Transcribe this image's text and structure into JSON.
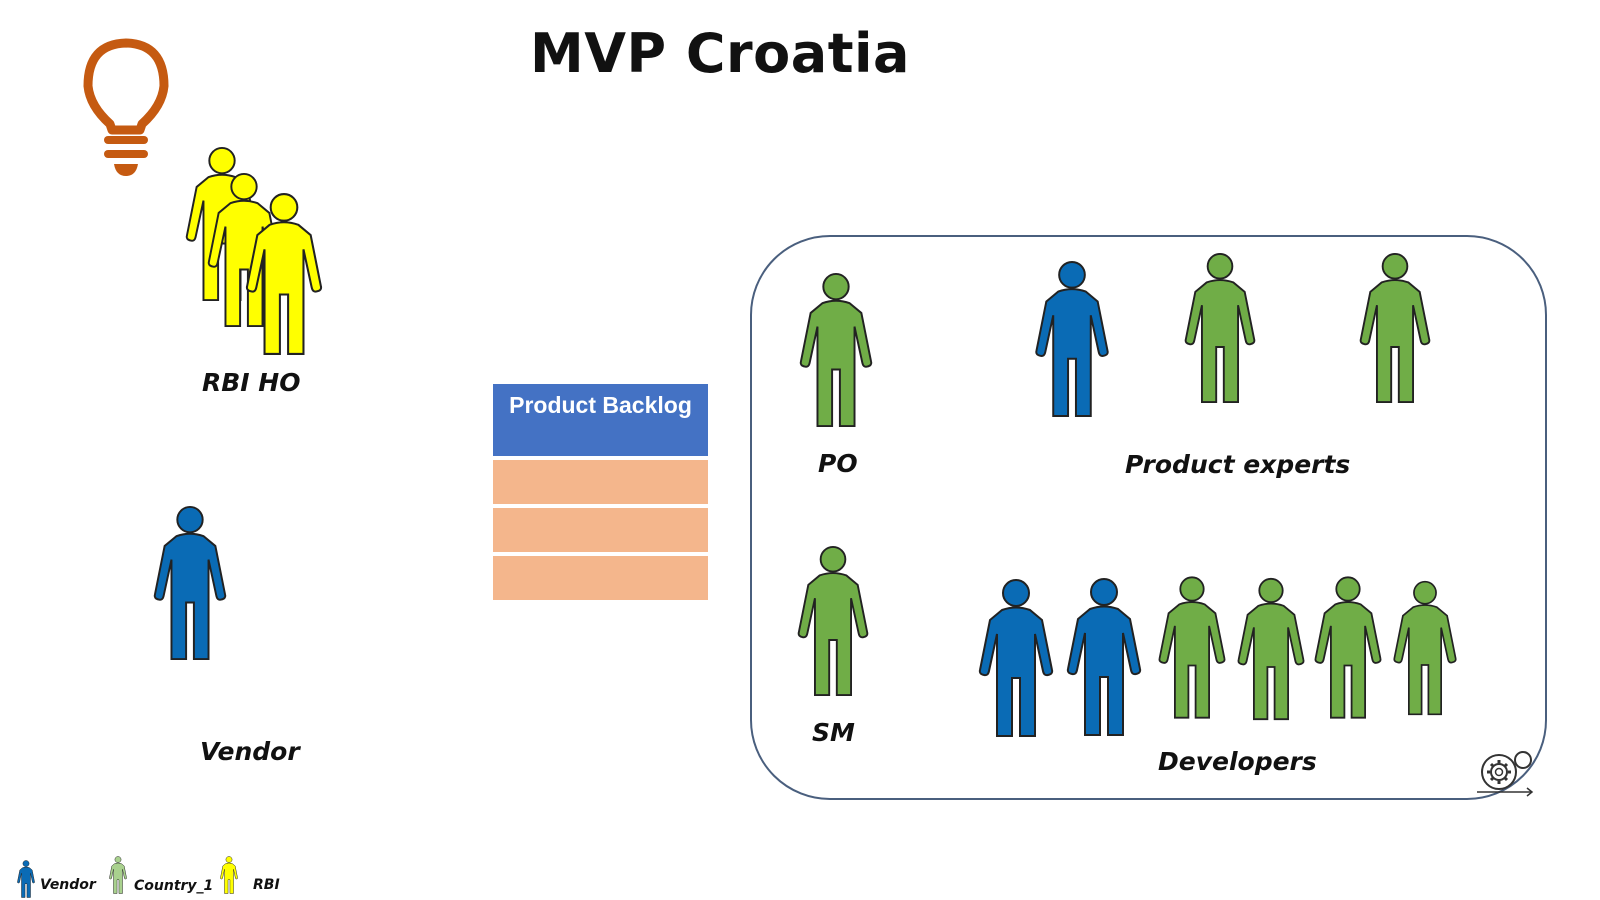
{
  "title": "MVP Croatia",
  "colors": {
    "vendor": "#0a6bb5",
    "country": "#70ad47",
    "rbi": "#ffff00",
    "bulb": "#c55a11",
    "backlog_header": "#4472c4",
    "backlog_row": "#f4b68c",
    "team_border": "#4a5f7e"
  },
  "labels": {
    "rbi_ho": "RBI HO",
    "vendor": "Vendor",
    "po": "PO",
    "sm": "SM",
    "product_experts": "Product experts",
    "developers": "Developers"
  },
  "backlog": {
    "header": "Product Backlog",
    "row_count": 3
  },
  "legend": [
    {
      "label": "Vendor",
      "color": "vendor"
    },
    {
      "label": "Country_1",
      "color": "country"
    },
    {
      "label": "RBI",
      "color": "rbi"
    }
  ],
  "icons": [
    "lightbulb-icon",
    "person-icon",
    "agile-cycle-icon"
  ]
}
